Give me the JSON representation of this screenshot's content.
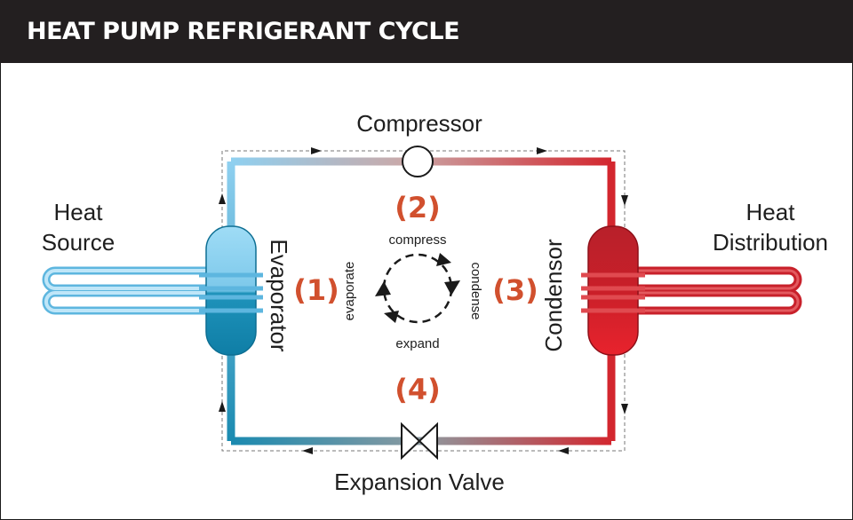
{
  "title": "HEAT PUMP REFRIGERANT CYCLE",
  "components": {
    "compressor": "Compressor",
    "expansion_valve": "Expansion Valve",
    "evaporator": "Evaporator",
    "condensor": "Condensor",
    "heat_source": [
      "Heat",
      "Source"
    ],
    "heat_distribution": [
      "Heat",
      "Distribution"
    ]
  },
  "stages": {
    "evaporate": "(1)",
    "compress": "(2)",
    "condense": "(3)",
    "expand": "(4)"
  },
  "cycle_steps": {
    "compress": "compress",
    "condense": "condense",
    "expand": "expand",
    "evaporate": "evaporate"
  },
  "colors": {
    "cold_light": "#8fd0f0",
    "cold_dark": "#1a8ab0",
    "hot": "#d3262e",
    "hot_dark": "#c01d26",
    "stage_number": "#d1502e",
    "header_bg": "#231f20"
  }
}
